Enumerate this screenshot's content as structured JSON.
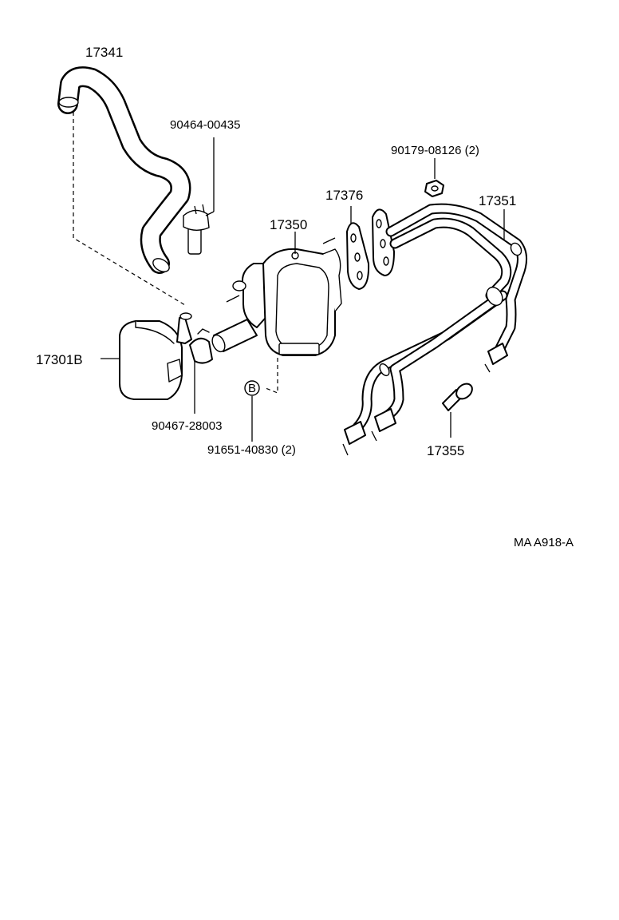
{
  "callouts": {
    "p17341": "17341",
    "p90464": "90464-00435",
    "p90179": "90179-08126 (2)",
    "p17376": "17376",
    "p17351": "17351",
    "p17350": "17350",
    "p17301b": "17301B",
    "p90467": "90467-28003",
    "p91651": "91651-40830 (2)",
    "p17355": "17355",
    "ref_b": "B"
  },
  "drawing_code": "MA A918-A"
}
